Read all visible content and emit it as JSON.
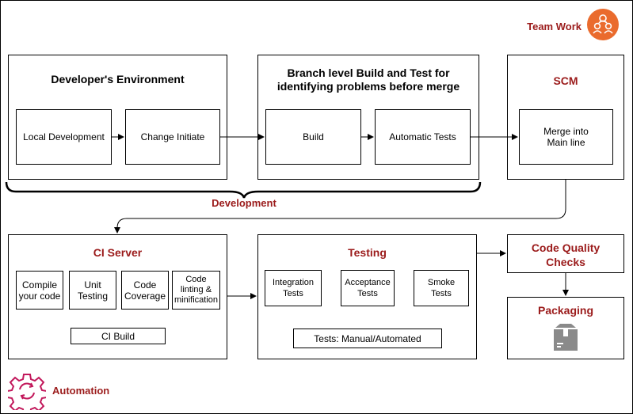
{
  "colors": {
    "accent_red": "#9b1b1b",
    "icon_orange": "#ea6b2d",
    "automation_pink": "#c2185b",
    "box_gray": "#8a8a8a"
  },
  "team_work": {
    "label": "Team Work",
    "icon": "team-icon"
  },
  "automation": {
    "label": "Automation",
    "icon": "gear-sync-icon"
  },
  "developers_env": {
    "title": "Developer's Environment",
    "local_development": "Local Development",
    "change_initiate": "Change Initiate"
  },
  "branch_level": {
    "title": "Branch level Build and Test for\nidentifying problems before merge",
    "build": "Build",
    "automatic_tests": "Automatic Tests"
  },
  "scm": {
    "title": "SCM",
    "merge": "Merge into\nMain line"
  },
  "development_label": "Development",
  "ci_server": {
    "title": "CI Server",
    "steps": [
      "Compile\nyour code",
      "Unit\nTesting",
      "Code\nCoverage",
      "Code\nlinting &\nminification"
    ],
    "ci_build": "CI Build"
  },
  "testing": {
    "title": "Testing",
    "items": [
      "Integration\nTests",
      "Acceptance\nTests",
      "Smoke\nTests"
    ],
    "footer": "Tests: Manual/Automated"
  },
  "code_quality": {
    "title": "Code Quality\nChecks"
  },
  "packaging": {
    "title": "Packaging",
    "icon": "package-box-icon"
  }
}
